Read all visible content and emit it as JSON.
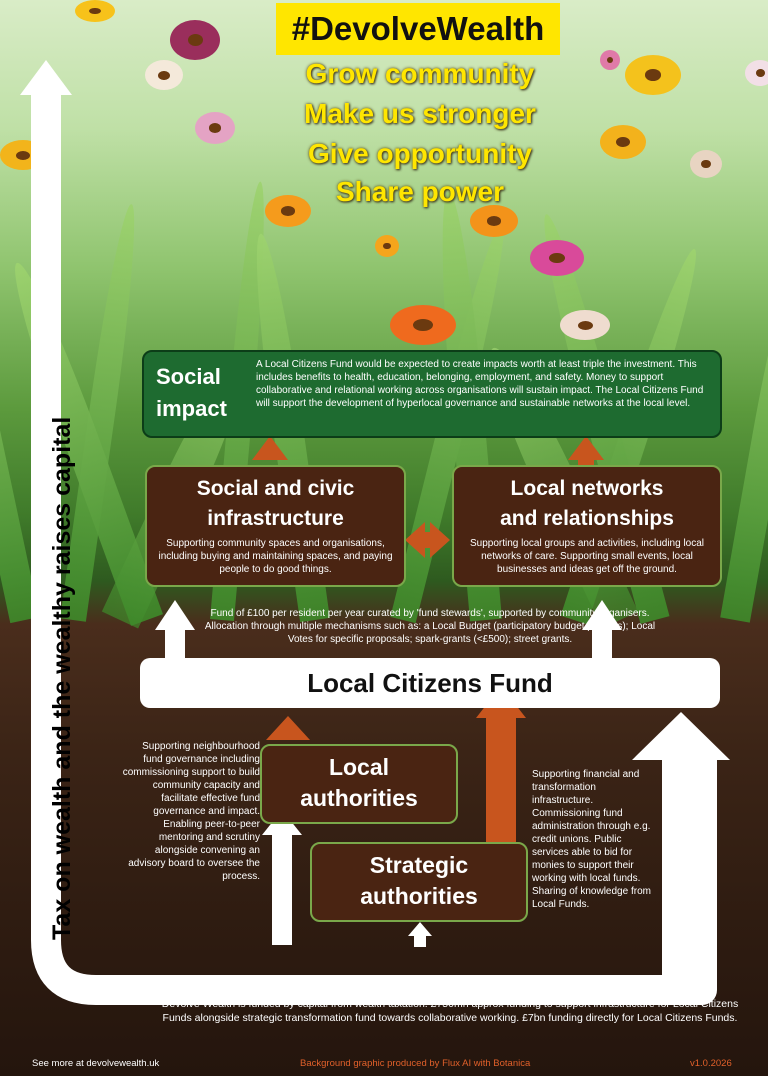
{
  "header": {
    "hashtag": "#DevolveWealth",
    "slogans": [
      "Grow community",
      "Make us stronger",
      "Give opportunity",
      "Share power"
    ]
  },
  "vertical_label": "Tax on wealth and the wealthy raises capital",
  "social_impact": {
    "title_line1": "Social",
    "title_line2": "impact",
    "text": "A Local Citizens Fund would be expected to create impacts worth at least triple the investment. This includes benefits to health, education, belonging, employment, and safety. Money to support collaborative and relational working across organisations will sustain impact. The Local Citizens Fund will support the development of hyperlocal governance and sustainable networks at the local level."
  },
  "social_civic": {
    "title_line1": "Social and civic",
    "title_line2": "infrastructure",
    "text": "Supporting community spaces and organisations, including buying and maintaining spaces, and paying people to do good things."
  },
  "local_networks": {
    "title_line1": "Local networks",
    "title_line2": "and relationships",
    "text": "Supporting local groups and activities, including local networks of care. Supporting small events, local businesses and ideas get off the ground."
  },
  "fund_note": "Fund of £100 per resident per year curated by 'fund stewards', supported by community organisers. Allocation through multiple mechanisms such as: a Local Budget (participatory budget process); Local Votes for specific proposals; spark-grants (<£500); street grants.",
  "local_citizens_fund": "Local Citizens Fund",
  "left_note": "Supporting neighbourhood fund governance including commissioning support to build community capacity and facilitate effective fund governance and impact. Enabling peer-to-peer mentoring and scrutiny alongside convening an advisory board to oversee the process.",
  "local_authorities": {
    "line1": "Local",
    "line2": "authorities"
  },
  "strategic_authorities": {
    "line1": "Strategic",
    "line2": "authorities"
  },
  "right_note": "Supporting financial and transformation infrastructure. Commissioning fund administration through e.g. credit unions. Public services able to bid for monies to support their working with local funds. Sharing of knowledge from Local Funds.",
  "footer": {
    "funding_text": "Devolve Wealth is funded by capital from wealth taxation. £750mn approx funding to support infrastructure for Local Citizens Funds alongside strategic transformation fund towards collaborative working. £7bn funding directly for Local Citizens Funds.",
    "website": "See more at devolvewealth.uk",
    "credit": "Background graphic produced by Flux AI with Botanica",
    "version": "v1.0.2026"
  },
  "colors": {
    "hashtag_bg": "#ffe600",
    "slogan": "#ffe600",
    "social_impact_box": "#1e6b30",
    "brown_box": "#4a2412",
    "arrow_orange": "#c8551e",
    "credit_text": "#e0602a"
  }
}
